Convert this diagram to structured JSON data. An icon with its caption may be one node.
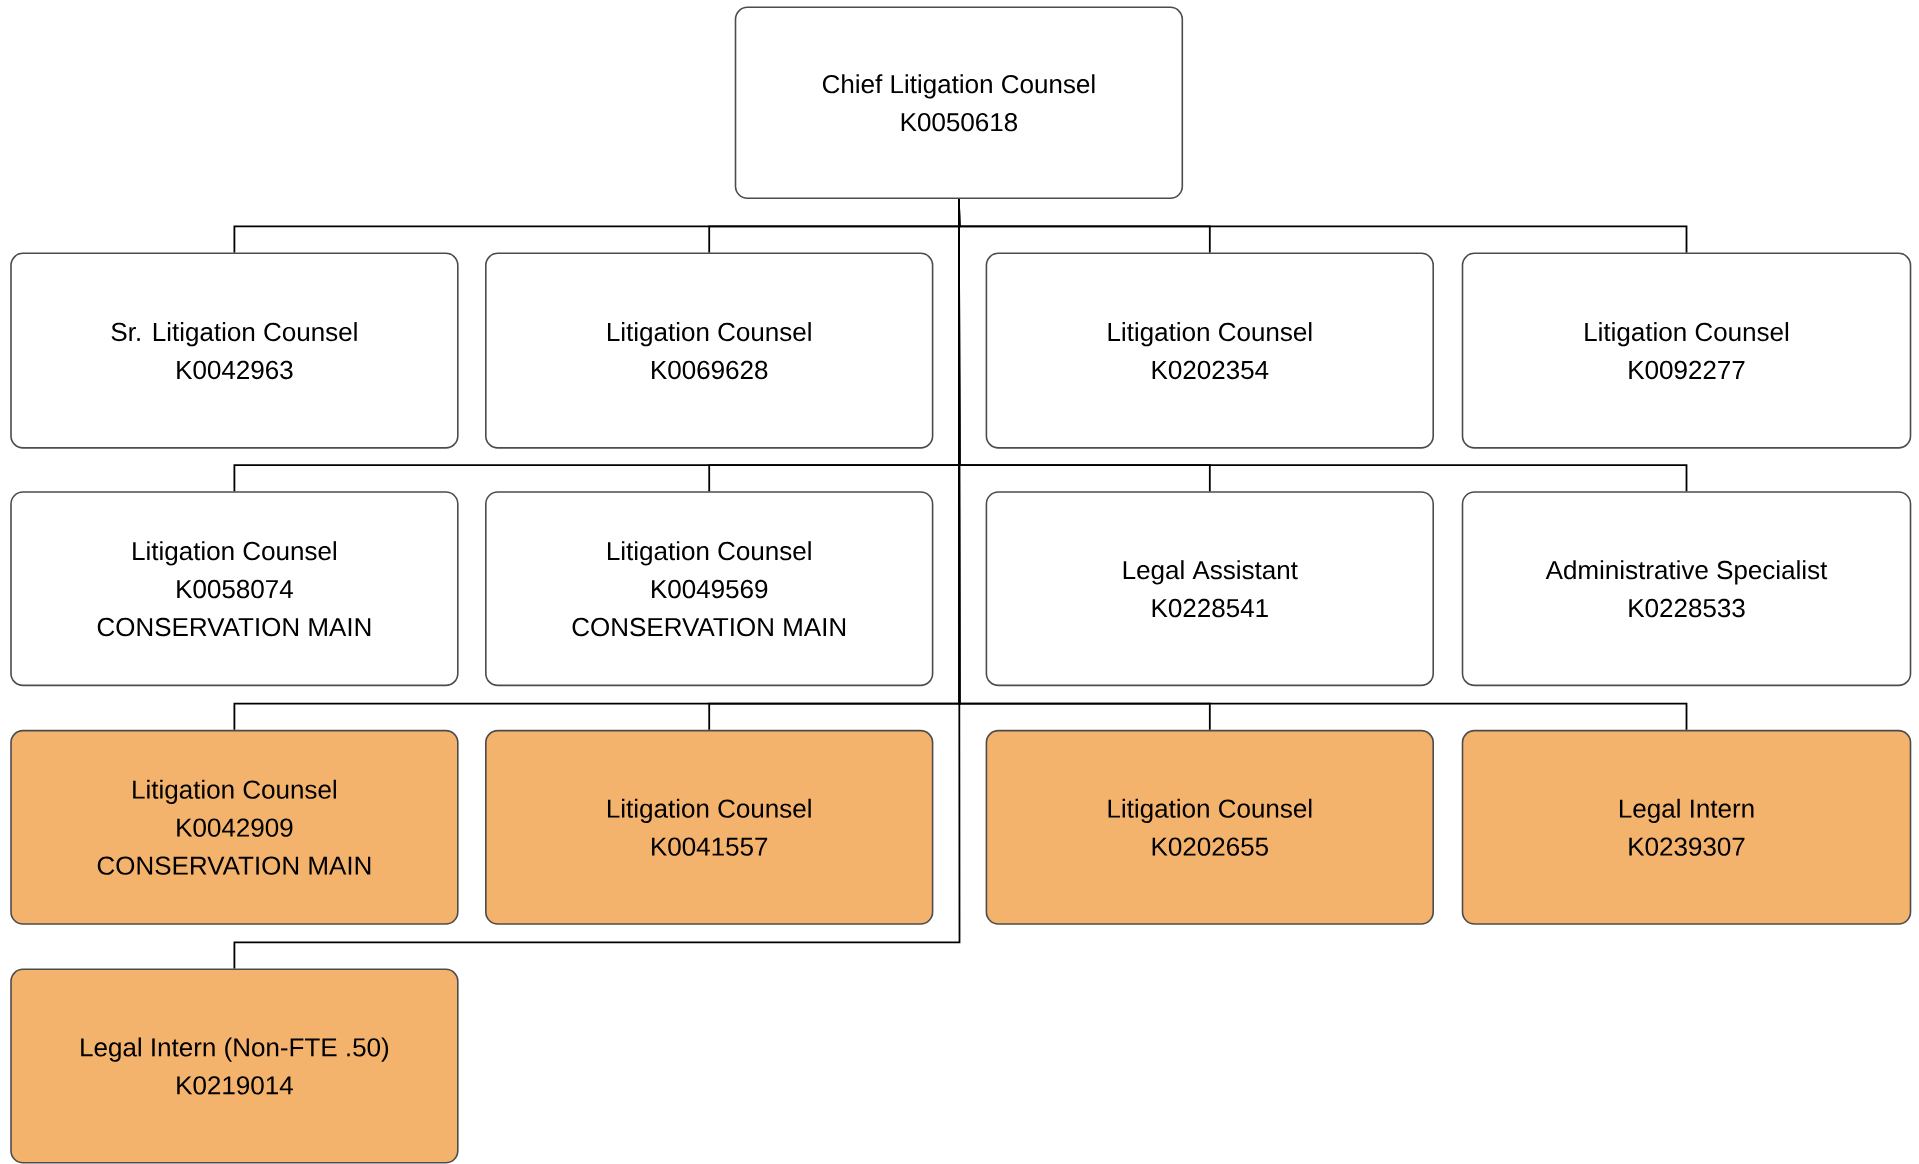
{
  "diagram": {
    "nodes": [
      {
        "text": [
          "Chief Litigation Counsel",
          "K0050618"
        ]
      },
      {
        "text": [
          "Sr. Litigation Counsel",
          "K0042963"
        ]
      },
      {
        "text": [
          "Litigation Counsel",
          "K0069628"
        ]
      },
      {
        "text": [
          "Litigation Counsel",
          "K0202354"
        ]
      },
      {
        "text": [
          "Litigation Counsel",
          "K0092277"
        ]
      },
      {
        "text": [
          "Litigation Counsel",
          "K0058074",
          "CONSERVATION MAIN"
        ]
      },
      {
        "text": [
          "Litigation Counsel",
          "K0049569",
          "CONSERVATION MAIN"
        ]
      },
      {
        "text": [
          "Legal Assistant",
          "K0228541"
        ]
      },
      {
        "text": [
          "Administrative Specialist",
          "K0228533"
        ]
      },
      {
        "text": [
          "Litigation Counsel",
          "K0042909",
          "CONSERVATION MAIN"
        ]
      },
      {
        "text": [
          "Litigation Counsel",
          "K0041557"
        ]
      },
      {
        "text": [
          "Litigation Counsel",
          "K0202655"
        ]
      },
      {
        "text": [
          "Legal Intern",
          "K0239307"
        ]
      },
      {
        "text": [
          "Legal Intern (Non-FTE .50)",
          "K0219014"
        ]
      }
    ],
    "edges": [
      {
        "from": 0,
        "to": 1,
        "arrow": "none"
      },
      {
        "from": 0,
        "to": 2,
        "arrow": "none"
      },
      {
        "from": 0,
        "to": 3,
        "arrow": "none"
      },
      {
        "from": 0,
        "to": 4,
        "arrow": "none"
      },
      {
        "from": 0,
        "to": 5,
        "arrow": "none"
      },
      {
        "from": 0,
        "to": 6,
        "arrow": "none"
      },
      {
        "from": 0,
        "to": 7,
        "arrow": "none"
      },
      {
        "from": 0,
        "to": 8,
        "arrow": "none"
      },
      {
        "from": 0,
        "to": 9,
        "arrow": "none"
      },
      {
        "from": 0,
        "to": 10,
        "arrow": "none"
      },
      {
        "from": 0,
        "to": 11,
        "arrow": "none"
      },
      {
        "from": 0,
        "to": 12,
        "arrow": "none"
      },
      {
        "from": 0,
        "to": 13,
        "arrow": "none"
      }
    ]
  }
}
